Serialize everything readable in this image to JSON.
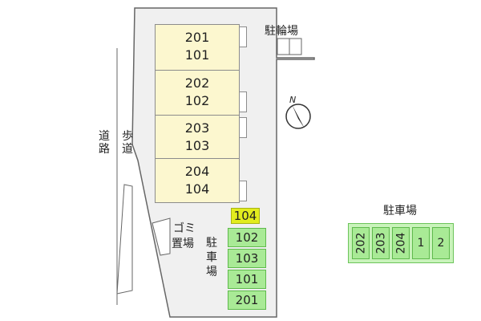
{
  "map": {
    "road_label": [
      "道",
      "路"
    ],
    "sidewalk_label": [
      "歩",
      "道"
    ],
    "units": [
      {
        "upper": "201",
        "lower": "101"
      },
      {
        "upper": "202",
        "lower": "102"
      },
      {
        "upper": "203",
        "lower": "103"
      },
      {
        "upper": "204",
        "lower": "104"
      }
    ],
    "bicycle_parking_label": "駐輪場",
    "north_label": "N",
    "trash_label": [
      "ゴミ",
      "置場"
    ],
    "parking_label": [
      "駐",
      "車",
      "場"
    ],
    "parking_slots": [
      {
        "label": "104",
        "highlighted": true
      },
      {
        "label": "102",
        "highlighted": false
      },
      {
        "label": "103",
        "highlighted": false
      },
      {
        "label": "101",
        "highlighted": false
      },
      {
        "label": "201",
        "highlighted": false
      }
    ],
    "second_lot": {
      "title": "駐車場",
      "slots": [
        "202",
        "203",
        "204",
        "1",
        "2"
      ]
    },
    "colors": {
      "building": "#fcf7cf",
      "parking": "#a9ea96",
      "highlight": "#e2ec1e",
      "outline": "#8c8c8c"
    }
  }
}
